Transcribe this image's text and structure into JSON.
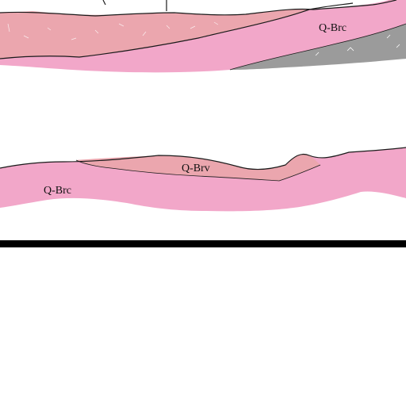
{
  "section_upper": {
    "labels": {
      "brc": "Q-Brc"
    }
  },
  "section_lower": {
    "labels": {
      "brv": "Q-Brv",
      "brc": "Q-Brc"
    }
  },
  "colors": {
    "brv_fill": "#eba6ae",
    "brc_fill": "#f2a7c9",
    "gray_unit": "#9b9b9b",
    "contact_line": "#1a1a1a",
    "base_bar": "#000000"
  }
}
